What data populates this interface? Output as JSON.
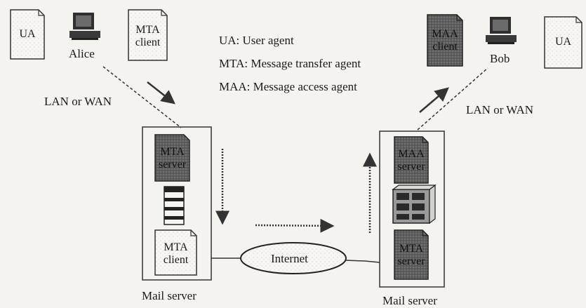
{
  "alice": {
    "label": "Alice",
    "ua_doc": "UA",
    "mta_client_doc": [
      "MTA",
      "client"
    ]
  },
  "bob": {
    "label": "Bob",
    "ua_doc": "UA",
    "maa_client_doc": [
      "MAA",
      "client"
    ]
  },
  "legend": [
    "UA: User agent",
    "MTA: Message transfer agent",
    "MAA: Message access agent"
  ],
  "left_link_label": "LAN or WAN",
  "right_link_label": "LAN or WAN",
  "left_server": {
    "caption": "Mail server",
    "mta_server_doc": [
      "MTA",
      "server"
    ],
    "mta_client_doc": [
      "MTA",
      "client"
    ]
  },
  "right_server": {
    "caption": "Mail server",
    "maa_server_doc": [
      "MAA",
      "server"
    ],
    "mta_server_doc": [
      "MTA",
      "server"
    ]
  },
  "internet_label": "Internet"
}
